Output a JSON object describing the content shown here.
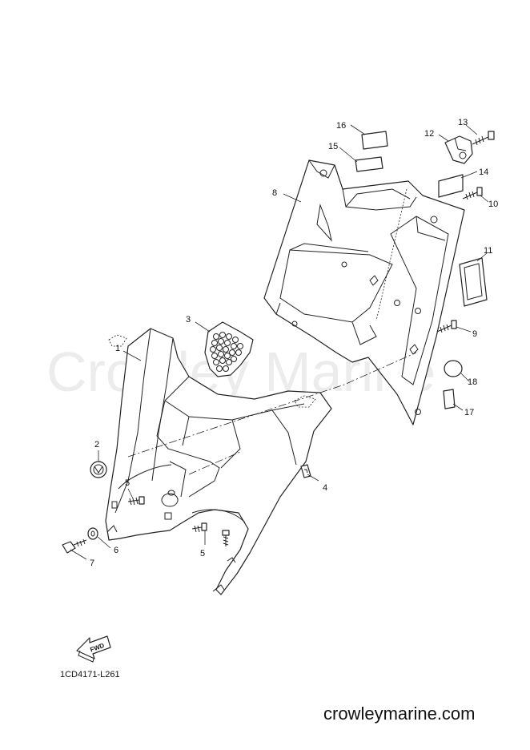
{
  "watermark": "Crowley Marine",
  "callouts": [
    {
      "id": "1",
      "label": "1"
    },
    {
      "id": "2",
      "label": "2"
    },
    {
      "id": "3",
      "label": "3"
    },
    {
      "id": "4",
      "label": "4"
    },
    {
      "id": "5a",
      "label": "5"
    },
    {
      "id": "5b",
      "label": "5"
    },
    {
      "id": "6",
      "label": "6"
    },
    {
      "id": "7",
      "label": "7"
    },
    {
      "id": "8",
      "label": "8"
    },
    {
      "id": "9",
      "label": "9"
    },
    {
      "id": "10",
      "label": "10"
    },
    {
      "id": "11",
      "label": "11"
    },
    {
      "id": "12",
      "label": "12"
    },
    {
      "id": "13",
      "label": "13"
    },
    {
      "id": "14",
      "label": "14"
    },
    {
      "id": "15",
      "label": "15"
    },
    {
      "id": "16",
      "label": "16"
    },
    {
      "id": "17",
      "label": "17"
    },
    {
      "id": "18",
      "label": "18"
    }
  ],
  "fwd_label": "FWD",
  "diagram_code": "1CD4171-L261",
  "website": "crowleymarine.com"
}
